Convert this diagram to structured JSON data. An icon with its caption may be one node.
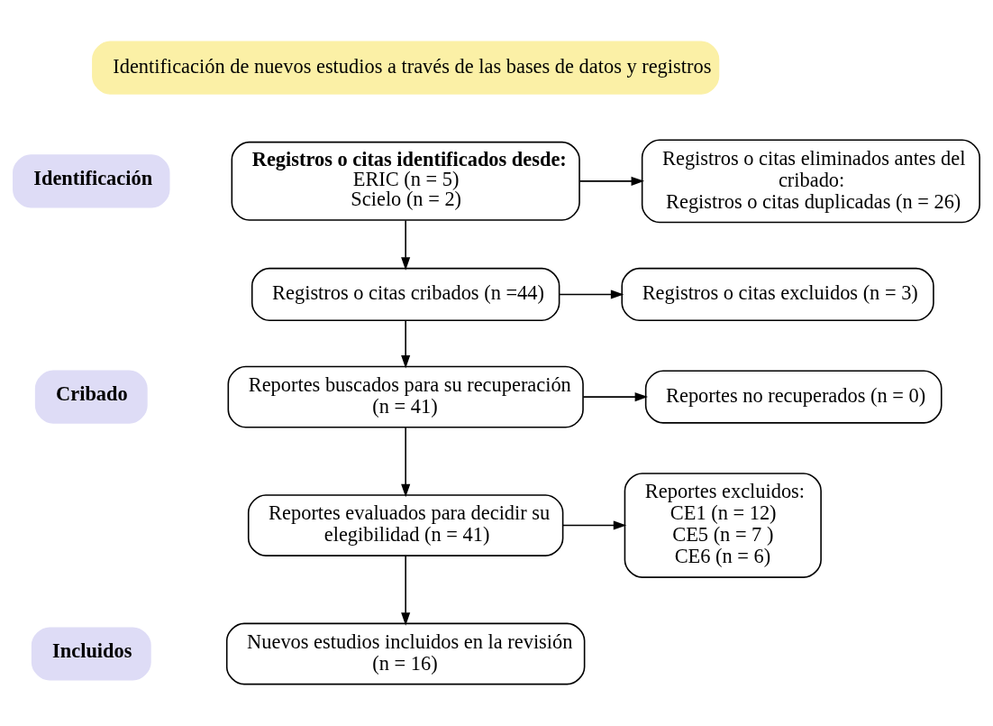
{
  "diagram": {
    "nodes": [
      {
        "text": [
          "Identificación de nuevos estudios a través de las bases de datos y registros"
        ]
      },
      {
        "text": [
          "Identificación"
        ]
      },
      {
        "text": [
          "Cribado"
        ]
      },
      {
        "text": [
          "Incluidos"
        ]
      },
      {
        "text": [
          "Registros o citas identificados desde:",
          "ERIC (n = 5)",
          "Scielo (n = 2)"
        ]
      },
      {
        "text": [
          "Registros o citas eliminados antes del cribado:",
          "Registros o citas duplicadas (n = 26)"
        ]
      },
      {
        "text": [
          "Registros o citas cribados (n =44)"
        ]
      },
      {
        "text": [
          "Registros o citas excluidos (n = 3)"
        ]
      },
      {
        "text": [
          "Reportes buscados para su recuperación (n = 41)"
        ]
      },
      {
        "text": [
          "Reportes no recuperados (n = 0)"
        ]
      },
      {
        "text": [
          "Reportes evaluados para decidir su elegibilidad (n = 41)"
        ]
      },
      {
        "text": [
          "Reportes excluidos:",
          "CE1 (n = 12)",
          "CE5 (n = 7 )",
          "CE6 (n = 6)"
        ]
      },
      {
        "text": [
          "Nuevos estudios incluidos en la revisión (n = 16)"
        ]
      }
    ],
    "edges": [
      {
        "from": 4,
        "to": 5,
        "arrow": "to"
      },
      {
        "from": 4,
        "to": 6,
        "arrow": "to"
      },
      {
        "from": 6,
        "to": 7,
        "arrow": "to"
      },
      {
        "from": 6,
        "to": 8,
        "arrow": "to"
      },
      {
        "from": 8,
        "to": 9,
        "arrow": "to"
      },
      {
        "from": 8,
        "to": 10,
        "arrow": "to"
      },
      {
        "from": 10,
        "to": 11,
        "arrow": "to"
      },
      {
        "from": 10,
        "to": 12,
        "arrow": "to"
      }
    ]
  }
}
